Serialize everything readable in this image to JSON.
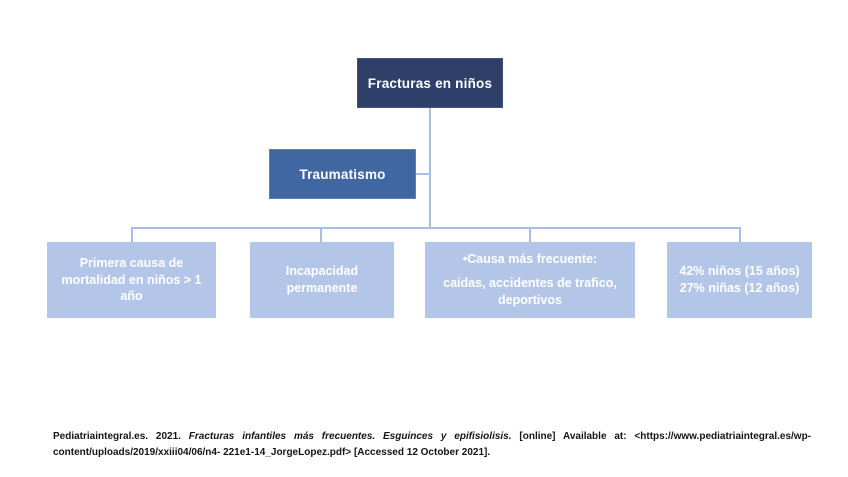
{
  "colors": {
    "root_fill": "#2e4069",
    "level2_fill": "#4167a2",
    "leaf_fill": "#b4c6e7",
    "connector": "#a9bee1",
    "node_text": "#ffffff",
    "citation_text": "#141414",
    "background": "#ffffff"
  },
  "diagram": {
    "root": {
      "label": "Fracturas en niños"
    },
    "level2": {
      "label": "Traumatismo"
    },
    "leaves": [
      {
        "text": "Primera causa de mortalidad en niños > 1 año"
      },
      {
        "text": "Incapacidad permanente"
      },
      {
        "bullet_line": "•Causa más frecuente:",
        "detail_line": "caídas, accidentes de trafico, deportivos"
      },
      {
        "line1": "42% niños (15 años)",
        "line2": "27% niñas (12 años)"
      }
    ]
  },
  "citation": {
    "line1_prefix": "Pediatriaintegral.es. 2021.",
    "line1_title_italic": "Fracturas infantiles más frecuentes. Esguinces y epifisiolisis.",
    "line1_rest": "[online] Available at: <https://www.pediatriaintegral.es/wp-",
    "line2": "content/uploads/2019/xxiii04/06/n4- 221e1-14_JorgeLopez.pdf> [Accessed 12 October 2021]."
  }
}
